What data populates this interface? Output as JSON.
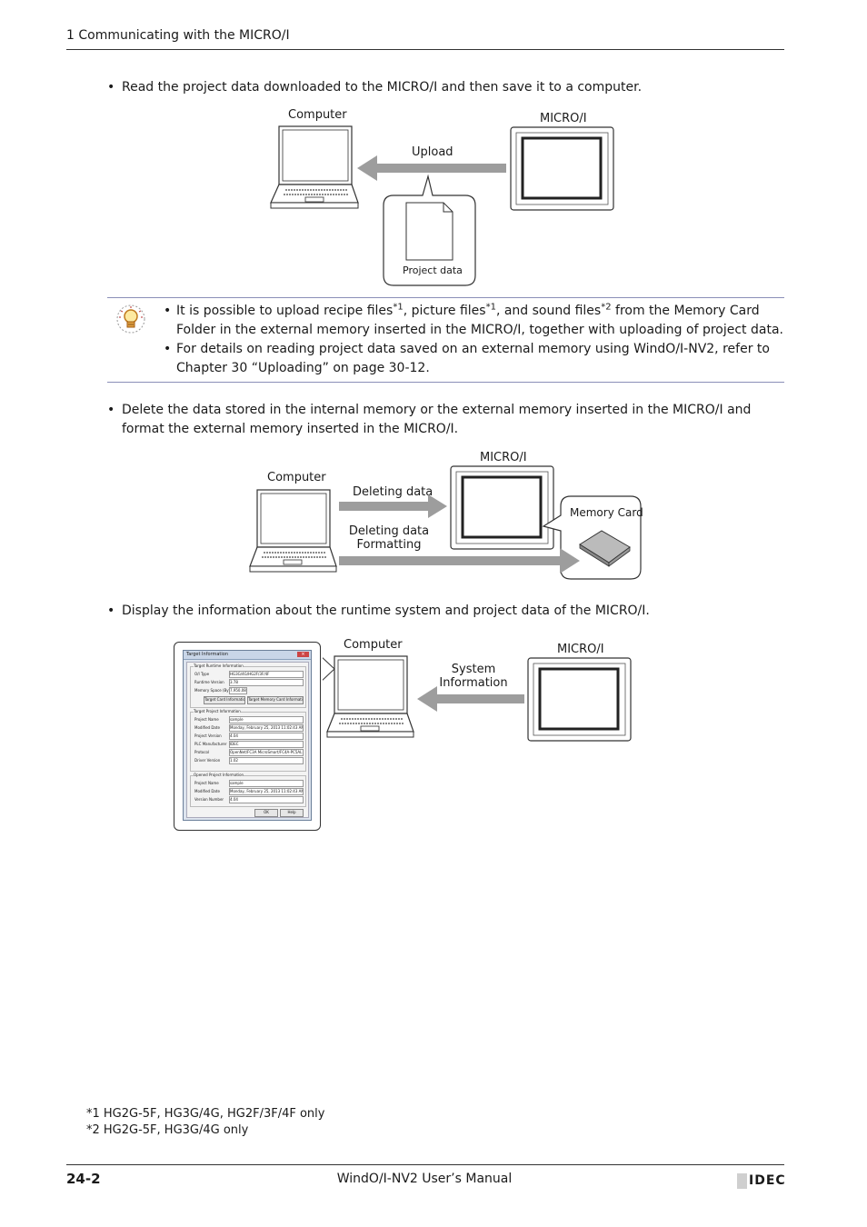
{
  "header": {
    "chapter_title": "1 Communicating with the MICRO/I"
  },
  "section1": {
    "bullet": "Read the project data downloaded to the MICRO/I and then save it to a computer.",
    "diagram": {
      "computer_label": "Computer",
      "micro_label": "MICRO/I",
      "arrow_label": "Upload",
      "data_label": "Project data"
    }
  },
  "note": {
    "icon": "lightbulb-icon",
    "item1": {
      "p1": "It is possible to upload recipe files",
      "s1": "*1",
      "p2": ", picture files",
      "s2": "*1",
      "p3": ", and sound files",
      "s3": "*2",
      "p4": " from the Memory Card Folder in the external memory inserted in the MICRO/I, together with uploading of project data."
    },
    "item2": "For details on reading project data saved on an external memory using WindO/I-NV2, refer to Chapter 30 “Uploading” on page 30-12."
  },
  "section2": {
    "bullet": "Delete the data stored in the internal memory or the external memory inserted in the MICRO/I and format the external memory inserted in the MICRO/I.",
    "diagram": {
      "computer_label": "Computer",
      "micro_label": "MICRO/I",
      "arrow1_label": "Deleting data",
      "arrow2_line1": "Deleting data",
      "arrow2_line2": "Formatting",
      "card_label": "Memory Card"
    }
  },
  "section3": {
    "bullet": "Display the information about the runtime system and project data of the MICRO/I.",
    "diagram": {
      "computer_label": "Computer",
      "micro_label": "MICRO/I",
      "arrow_line1": "System",
      "arrow_line2": "Information"
    },
    "dialog": {
      "title": "Target Information",
      "g1_title": "Target Runtime Information",
      "g1_rows": [
        {
          "label": "O/I Type",
          "value": "HG3G/4G/HG2F/3F/4F"
        },
        {
          "label": "Runtime Version",
          "value": "3.78"
        },
        {
          "label": "Memory Space (Byte)",
          "value": "7,950,080"
        }
      ],
      "btn_fetch": "Target Card Information...",
      "btn_card": "Target Memory Card Information...",
      "g2_title": "Target Project Information",
      "g2_rows": [
        {
          "label": "Project Name",
          "value": "sample"
        },
        {
          "label": "Modified Date",
          "value": "Monday, February 25, 2013 11:02:43 AM"
        },
        {
          "label": "Project Version",
          "value": "4.04"
        },
        {
          "label": "PLC Manufacturer",
          "value": "IDEC"
        },
        {
          "label": "Protocol",
          "value": "OpenNet/FC3A MicroSmart/FC4A-PC5AL 1:1"
        },
        {
          "label": "Driver Version",
          "value": "1.02"
        }
      ],
      "g3_title": "Opened Project Information",
      "g3_rows": [
        {
          "label": "Project Name",
          "value": "sample"
        },
        {
          "label": "Modified Date",
          "value": "Monday, February 25, 2013 11:02:43 AM"
        },
        {
          "label": "Version Number",
          "value": "4.04"
        }
      ],
      "ok": "OK",
      "help": "Help"
    }
  },
  "footnotes": {
    "fn1": "*1  HG2G-5F, HG3G/4G, HG2F/3F/4F only",
    "fn2": "*2  HG2G-5F, HG3G/4G only"
  },
  "footer": {
    "page_number": "24-2",
    "manual_title": "WindO/I-NV2 User’s Manual",
    "logo_text": "IDEC"
  },
  "colors": {
    "arrow_gray": "#9d9d9d",
    "note_rule": "#8a8fb8",
    "text": "#1a1a1a"
  }
}
